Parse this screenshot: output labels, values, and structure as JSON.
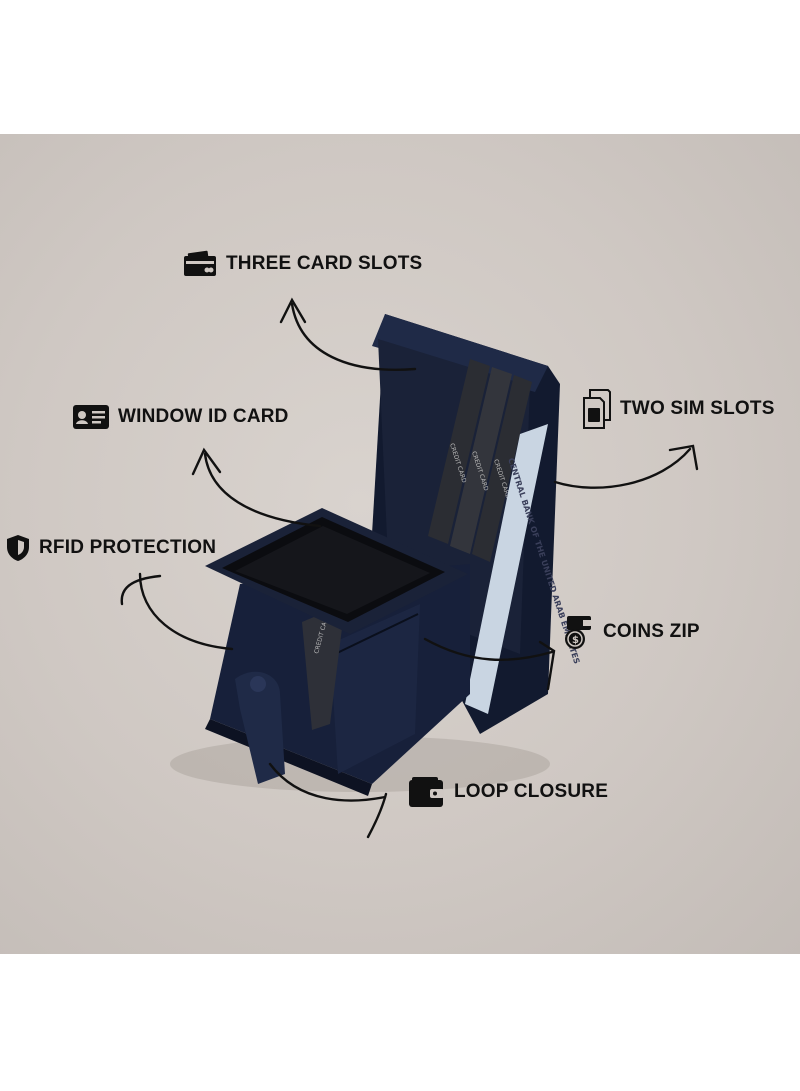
{
  "features": {
    "three_card_slots": {
      "label": "THREE CARD SLOTS",
      "icon": "credit-card-icon"
    },
    "window_id_card": {
      "label": "WINDOW ID CARD",
      "icon": "id-card-icon"
    },
    "rfid_protection": {
      "label": "RFID PROTECTION",
      "icon": "shield-icon"
    },
    "two_sim_slots": {
      "label": "TWO SIM SLOTS",
      "icon": "sim-card-icon"
    },
    "coins_zip": {
      "label": "COINS ZIP",
      "icon": "coin-wallet-icon"
    },
    "loop_closure": {
      "label": "LOOP CLOSURE",
      "icon": "wallet-icon"
    }
  },
  "photo": {
    "card_label": "CREDIT CARD",
    "banknote_text": "CENTRAL BANK OF THE UNITED ARAB EMIRATES"
  },
  "colors": {
    "background": "#cfc8c3",
    "wallet_navy": "#1a2238",
    "wallet_navy_dark": "#10162a",
    "card_dark": "#2b2d33",
    "text": "#111111"
  }
}
